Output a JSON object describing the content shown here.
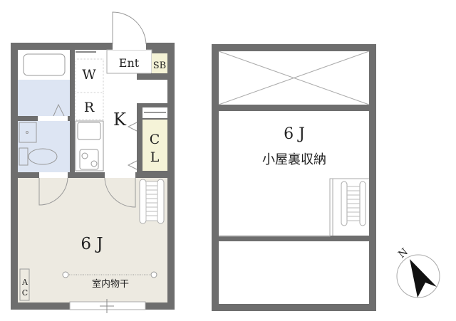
{
  "floor1": {
    "entrance": "Ent",
    "shoe_box": "SB",
    "washer": "W",
    "fridge": "R",
    "kitchen": "K",
    "closet_c": "C",
    "closet_l": "L",
    "room_size": "6 J",
    "drying": "室内物干",
    "ac_a": "A",
    "ac_c": "C"
  },
  "loft": {
    "size": "6 J",
    "name": "小屋裏収納"
  },
  "compass": {
    "label": "N"
  },
  "colors": {
    "bath": "#dde5f3",
    "room": "#edeae1",
    "storage": "#f5f3d8",
    "wall": "#6e6e6e"
  }
}
